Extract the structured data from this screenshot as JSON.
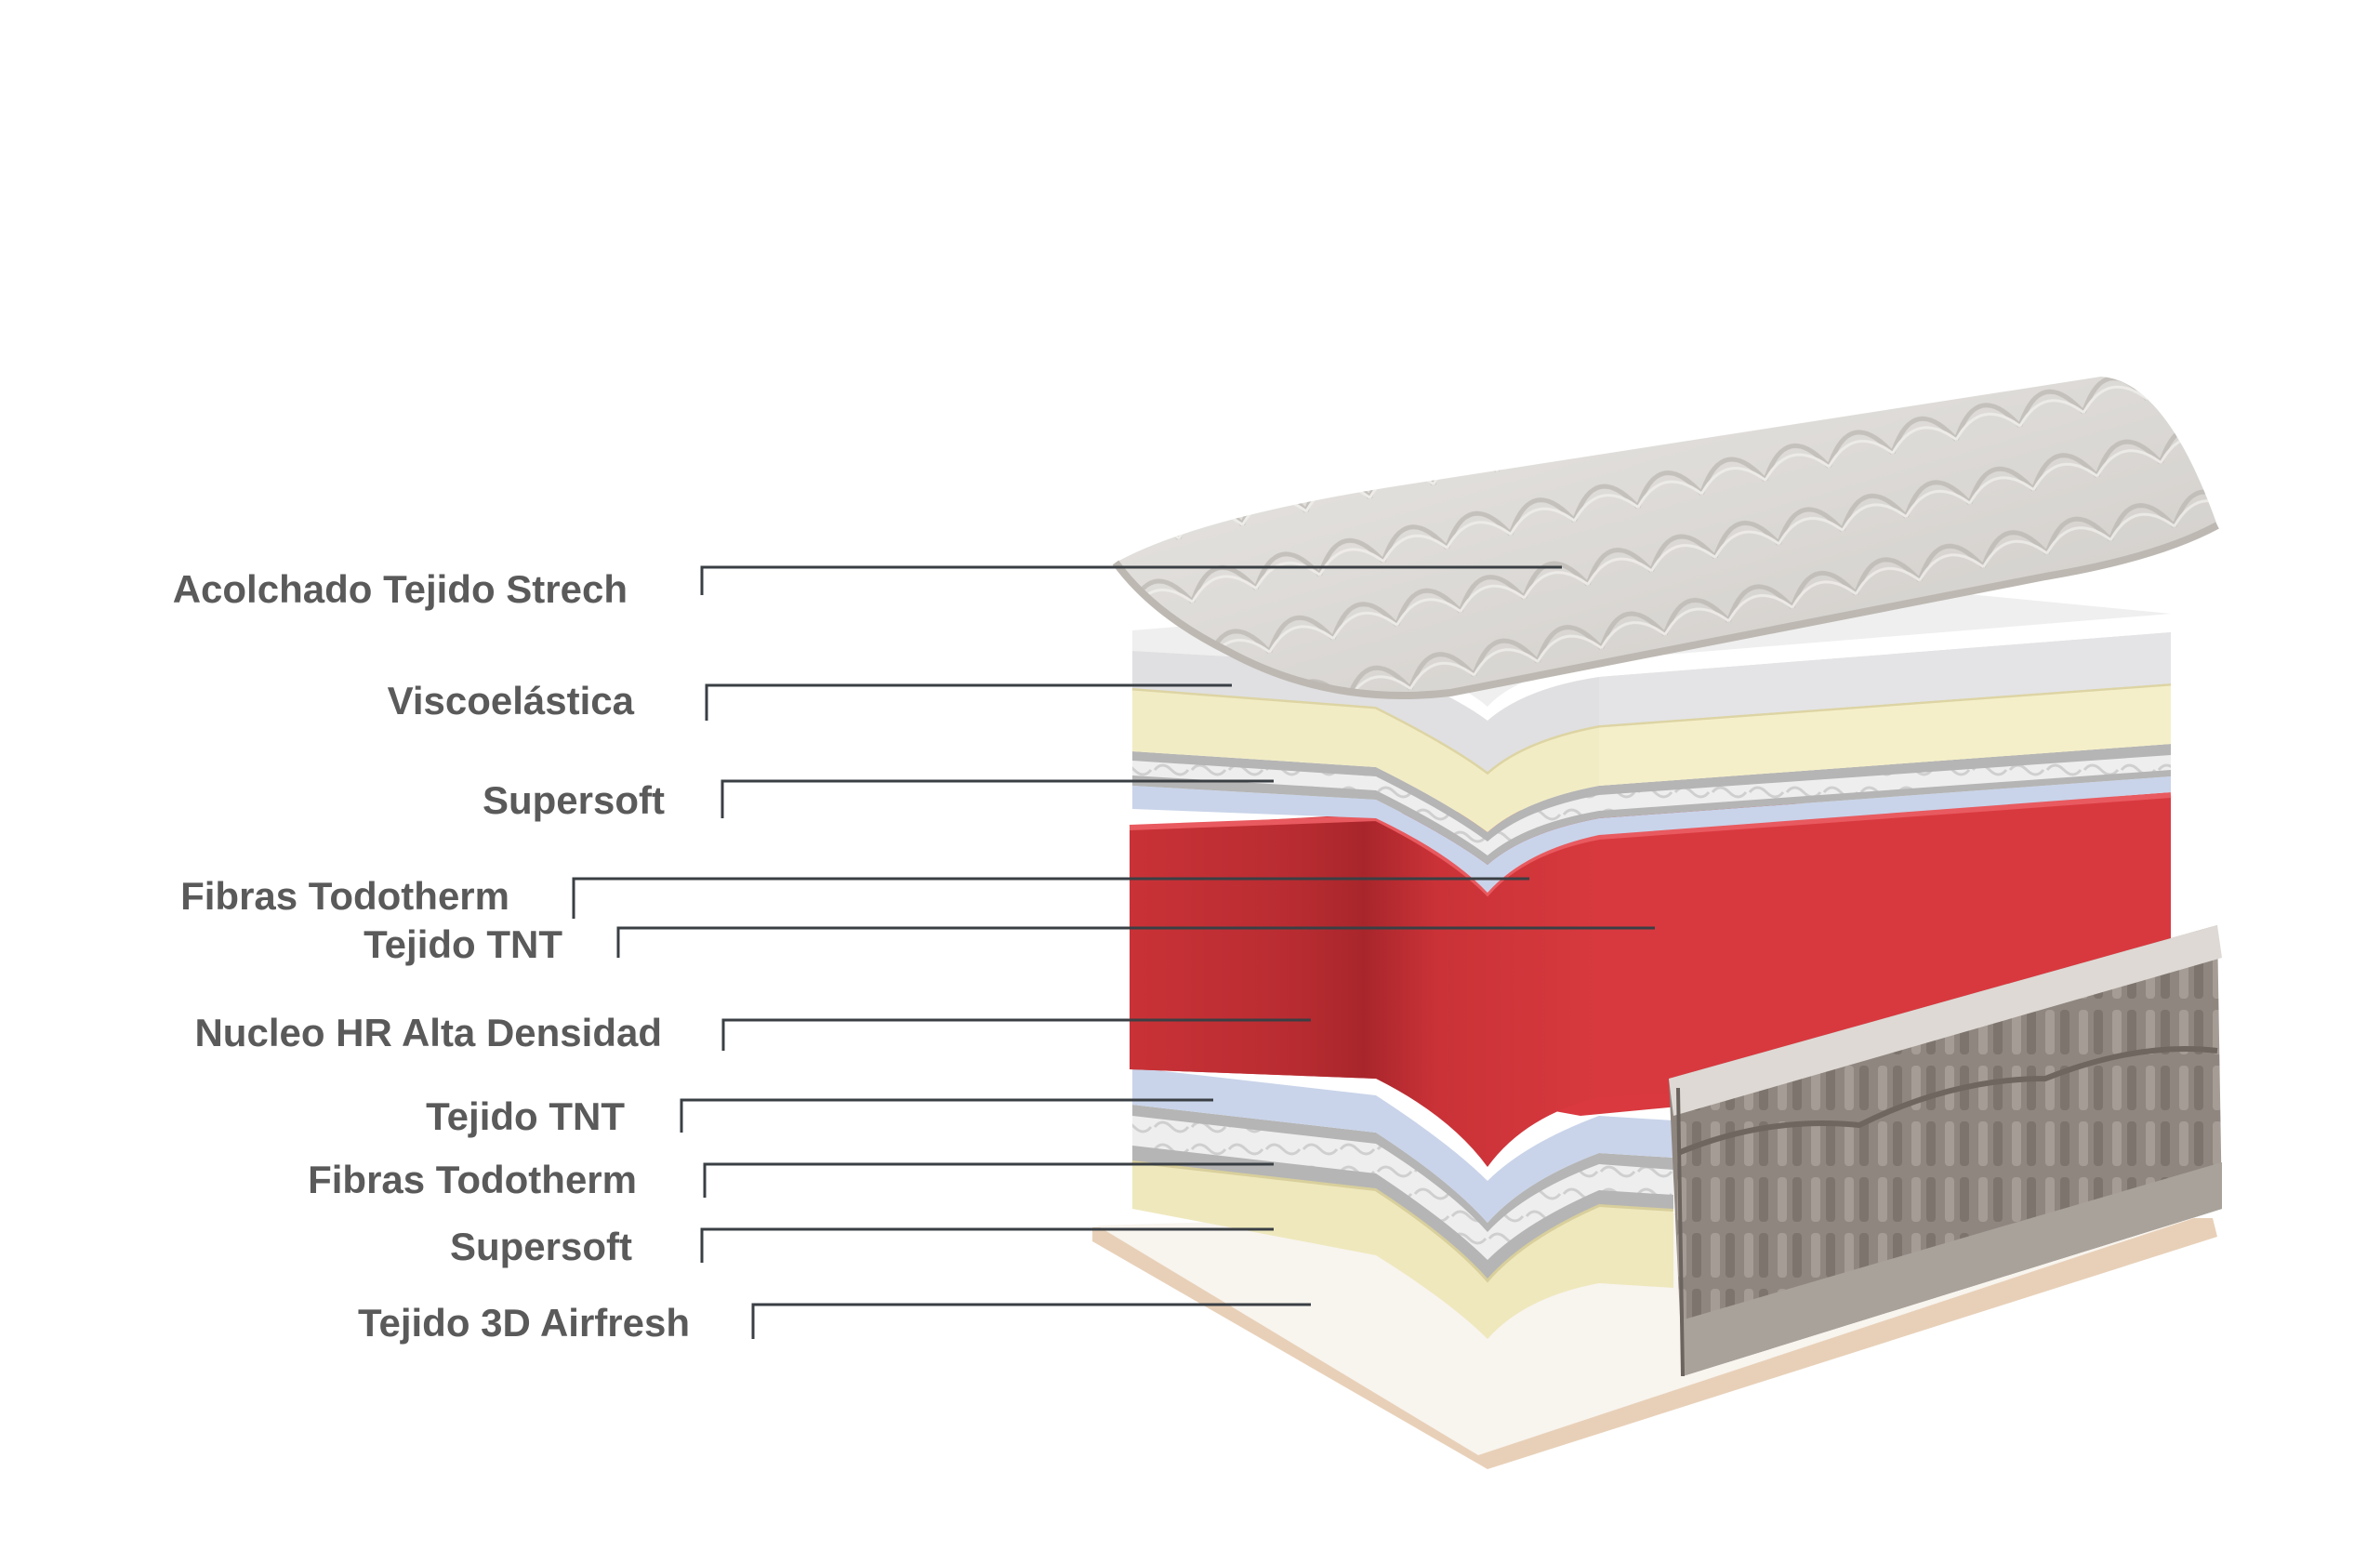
{
  "labels": {
    "l1": "Acolchado Tejido Strech",
    "l2": "Viscoelástica",
    "l3": "Supersoft",
    "l4": "Fibras Todotherm",
    "l5": "Tejido TNT",
    "l6": "Nucleo HR Alta Densidad",
    "l7": "Tejido TNT",
    "l8": "Fibras Todotherm",
    "l9": "Supersoft",
    "l10": "Tejido 3D Airfresh"
  },
  "colors": {
    "label_text": "#5a5a5a",
    "leader_line": "#3a3f44",
    "core_red": "#d63a3f",
    "viscoelastic_grey": "#e2e2e4",
    "supersoft_cream": "#f2ecc4",
    "tnt_blue": "#c9d4ea",
    "quilt": "#dcd9d6",
    "border_fabric": "#8f8680"
  }
}
